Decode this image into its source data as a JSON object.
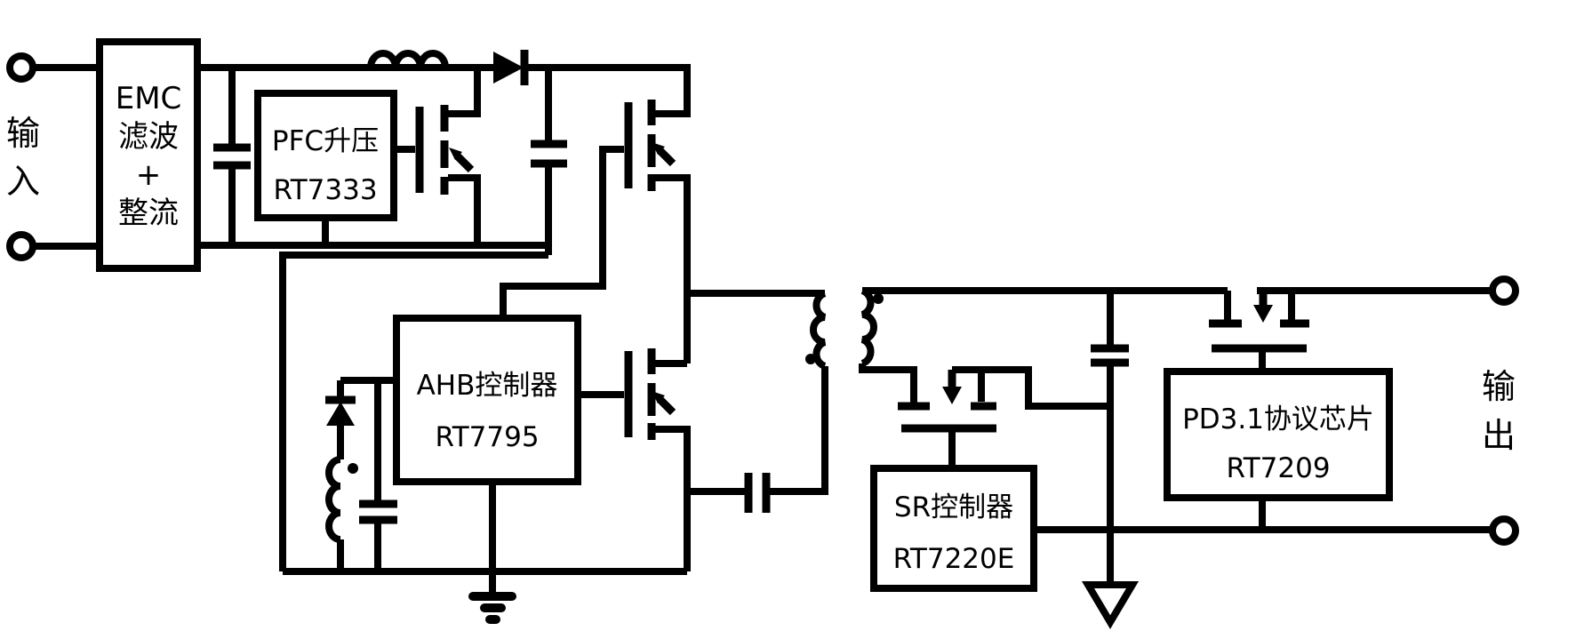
{
  "labels": {
    "input": "输入",
    "output": "输出"
  },
  "blocks": {
    "emc": {
      "lines": [
        "EMC",
        "滤波",
        "+",
        "整流"
      ]
    },
    "pfc": {
      "lines": [
        "PFC升压",
        "RT7333"
      ]
    },
    "ahb": {
      "lines": [
        "AHB控制器",
        "RT7795"
      ]
    },
    "sr": {
      "lines": [
        "SR控制器",
        "RT7220E"
      ]
    },
    "pd": {
      "lines": [
        "PD3.1协议芯片",
        "RT7209"
      ]
    }
  },
  "colors": {
    "line": "#000000",
    "background": "#ffffff"
  }
}
